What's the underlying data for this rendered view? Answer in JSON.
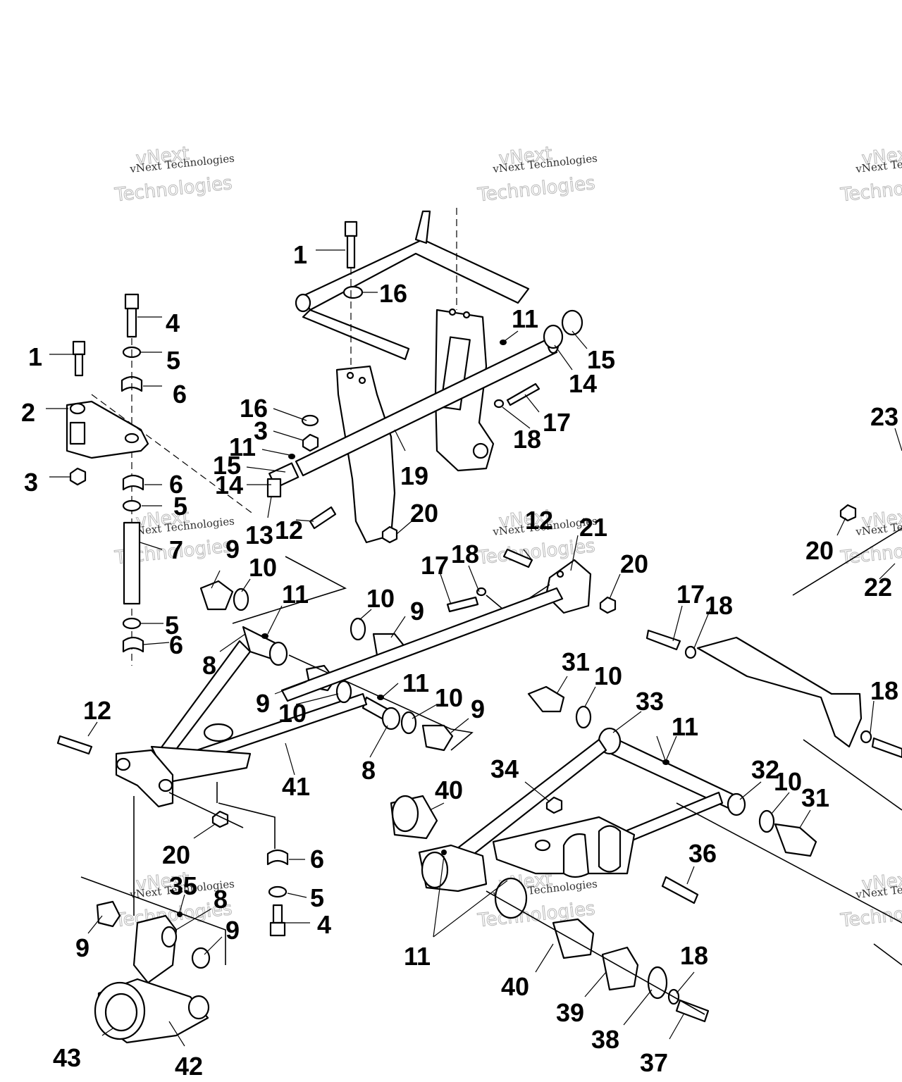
{
  "diagram": {
    "watermark": {
      "line1": "vNext Technologies",
      "line2": "vNext",
      "line3": "Technologies"
    },
    "callouts": [
      "1",
      "16",
      "4",
      "11",
      "15",
      "14",
      "1",
      "5",
      "2",
      "6",
      "16",
      "3",
      "17",
      "18",
      "11",
      "19",
      "3",
      "6",
      "15",
      "14",
      "5",
      "13",
      "12",
      "20",
      "7",
      "12",
      "21",
      "9",
      "10",
      "17",
      "18",
      "20",
      "11",
      "10",
      "9",
      "5",
      "6",
      "8",
      "17",
      "18",
      "23",
      "20",
      "22",
      "31",
      "10",
      "33",
      "11",
      "12",
      "9",
      "11",
      "10",
      "10",
      "9",
      "18",
      "11",
      "8",
      "41",
      "34",
      "32",
      "10",
      "31",
      "40",
      "20",
      "6",
      "36",
      "35",
      "8",
      "9",
      "5",
      "9",
      "4",
      "11",
      "40",
      "18",
      "39",
      "38",
      "43",
      "42",
      "37"
    ]
  }
}
